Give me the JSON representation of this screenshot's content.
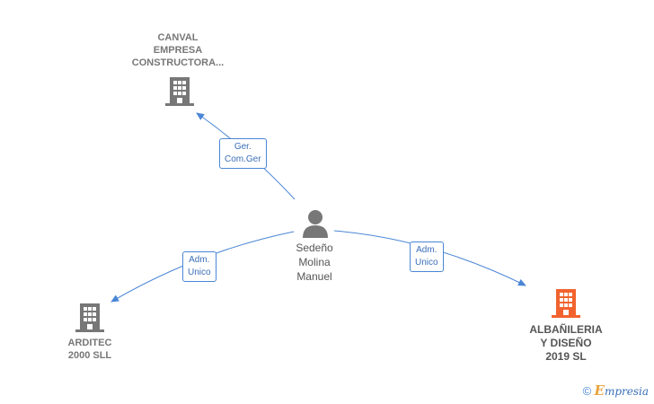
{
  "nodes": {
    "canval": {
      "lines": [
        "CANVAL",
        "EMPRESA",
        "CONSTRUCTORA..."
      ],
      "color": "#777777"
    },
    "person": {
      "lines": [
        "Sedeño",
        "Molina",
        "Manuel"
      ],
      "color": "#777777"
    },
    "arditec": {
      "lines": [
        "ARDITEC",
        "2000 SLL"
      ],
      "color": "#777777"
    },
    "albanileria": {
      "lines": [
        "ALBAÑILERIA",
        "Y DISEÑO",
        "2019  SL"
      ],
      "color": "#f2622e"
    }
  },
  "edges": {
    "to_canval": {
      "lines": [
        "Ger.",
        "Com.Ger"
      ]
    },
    "to_arditec": {
      "lines": [
        "Adm.",
        "Unico"
      ]
    },
    "to_albanileria": {
      "lines": [
        "Adm.",
        "Unico"
      ]
    }
  },
  "colors": {
    "edge": "#4a86d6",
    "building_gray": "#777777",
    "building_main": "#f2622e",
    "person": "#777777"
  },
  "footer": {
    "copyright": "©",
    "brand_first": "E",
    "brand_rest": "mpresia"
  }
}
